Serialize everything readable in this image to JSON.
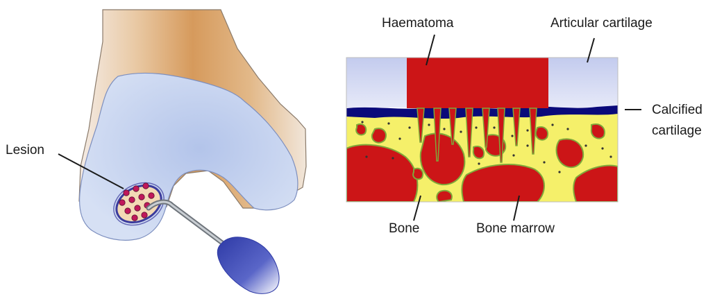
{
  "labels": {
    "lesion": "Lesion",
    "haematoma": "Haematoma",
    "articular_cartilage": "Articular cartilage",
    "calcified_cartilage_line1": "Calcified",
    "calcified_cartilage_line2": "cartilage",
    "bone": "Bone",
    "bone_marrow": "Bone marrow"
  },
  "colors": {
    "bone_shaft_tan": "#d9a46a",
    "femur_outline_pale": "#efe3d6",
    "condyle_cartilage_blue": "#c9d6f0",
    "lesion_fill": "#f3d9b5",
    "lesion_dots": "#c0185a",
    "lesion_ring": "#3b3b9c",
    "probe_shaft": "#9aa0a6",
    "probe_handle": "#3c4ab0",
    "haematoma_red": "#cc1517",
    "articular_cartilage": "#d7dcf3",
    "calcified_cartilage": "#0a0a7a",
    "bone_yellow": "#f5f06a",
    "bone_outline_green": "#7fa83a",
    "bone_marrow_red": "#cc1517"
  }
}
